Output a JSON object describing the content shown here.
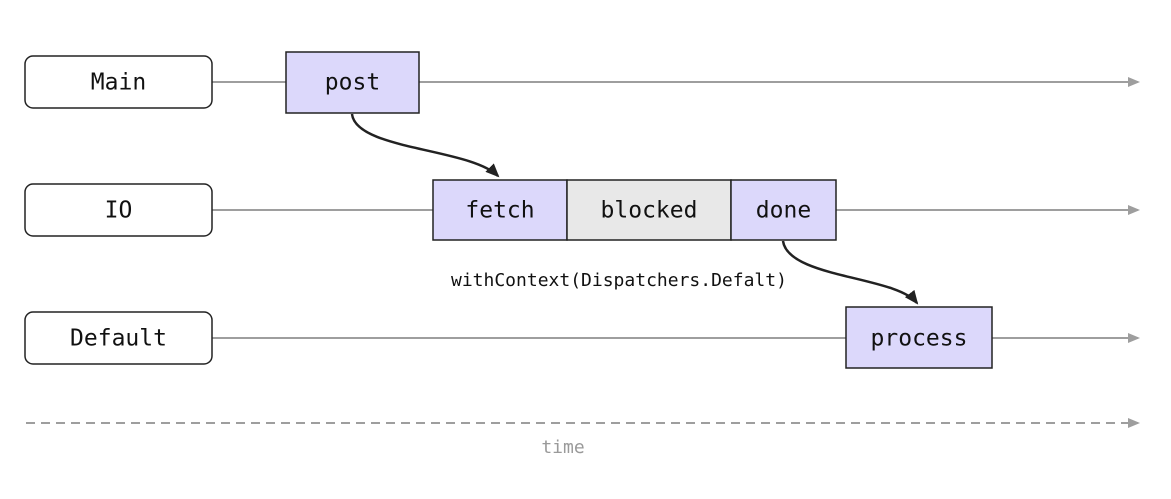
{
  "lanes": [
    {
      "id": "main",
      "label": "Main"
    },
    {
      "id": "io",
      "label": "IO"
    },
    {
      "id": "default",
      "label": "Default"
    }
  ],
  "tasks": [
    {
      "id": "post",
      "label": "post",
      "lane": "main",
      "fill": "#dcd8fb"
    },
    {
      "id": "fetch",
      "label": "fetch",
      "lane": "io",
      "fill": "#dcd8fb"
    },
    {
      "id": "blocked",
      "label": "blocked",
      "lane": "io",
      "fill": "#e8e8e8"
    },
    {
      "id": "done",
      "label": "done",
      "lane": "io",
      "fill": "#dcd8fb"
    },
    {
      "id": "process",
      "label": "process",
      "lane": "default",
      "fill": "#dcd8fb"
    }
  ],
  "connections": [
    {
      "from": "post",
      "to": "fetch"
    },
    {
      "from": "done",
      "to": "process"
    }
  ],
  "annotation": "withContext(Dispatchers.Defalt)",
  "time_axis_label": "time",
  "colors": {
    "task_active": "#dcd8fb",
    "task_blocked": "#e8e8e8",
    "lane_line": "#9e9e9e",
    "stroke": "#222222",
    "axis_text": "#9a9a9a"
  }
}
